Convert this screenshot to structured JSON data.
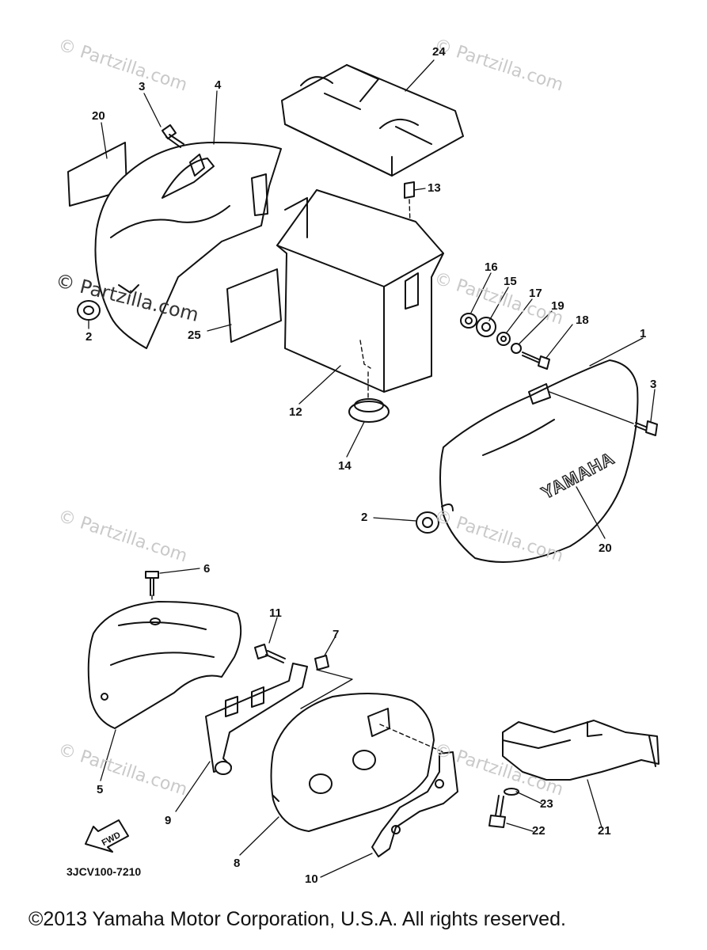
{
  "callouts": [
    "24",
    "3",
    "4",
    "20",
    "13",
    "16",
    "15",
    "17",
    "19",
    "18",
    "1",
    "3",
    "2",
    "25",
    "12",
    "14",
    "20",
    "2",
    "6",
    "11",
    "7",
    "5",
    "9",
    "8",
    "10",
    "23",
    "22",
    "21"
  ],
  "watermarks": [
    "© Partzilla.com",
    "© Partzilla.com",
    "© Partzilla.com",
    "© Partzilla.com",
    "© Partzilla.com",
    "© Partzilla.com",
    "© Partzilla.com"
  ],
  "watermark_strong": "© Partzilla.com",
  "brand_text": "YAMAHA",
  "fwd_text": "FWD",
  "diagram_code": "3JCV100-7210",
  "copyright": "©2013 Yamaha Motor Corporation, U.S.A. All rights reserved."
}
